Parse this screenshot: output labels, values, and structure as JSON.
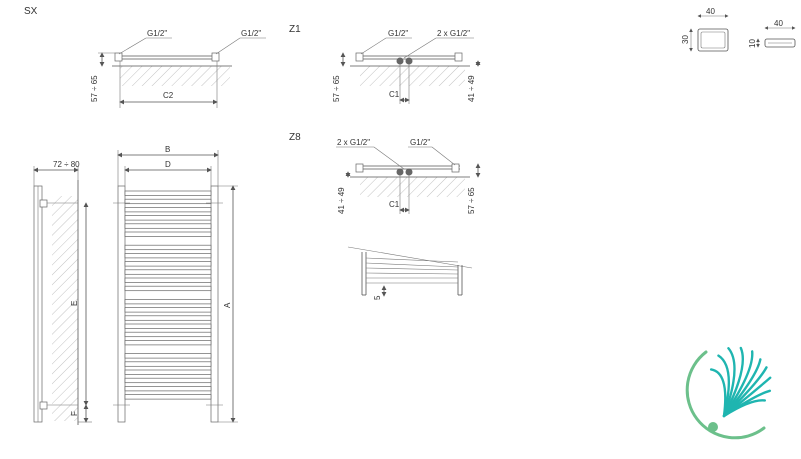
{
  "sections": {
    "sx": "SX",
    "z1": "Z1",
    "z8": "Z8"
  },
  "labels": {
    "g_half": "G1/2\"",
    "two_g_half": "2 x G1/2\"",
    "dim_57_65": "57 ÷ 65",
    "dim_41_49": "41 ÷ 49",
    "dim_72_80": "72 ÷ 80",
    "c2": "C2",
    "c1": "C1",
    "b": "B",
    "d": "D",
    "e": "E",
    "f": "F",
    "a": "A",
    "five": "5",
    "profile_rect_w": "40",
    "profile_rect_h": "30",
    "profile_flat_w": "40",
    "profile_flat_h": "10"
  },
  "colors": {
    "logo_teal": "#1fb5b0",
    "logo_green": "#6cc08b",
    "line": "#555555"
  },
  "icons": {
    "logo": "dandelion-logo-icon"
  }
}
